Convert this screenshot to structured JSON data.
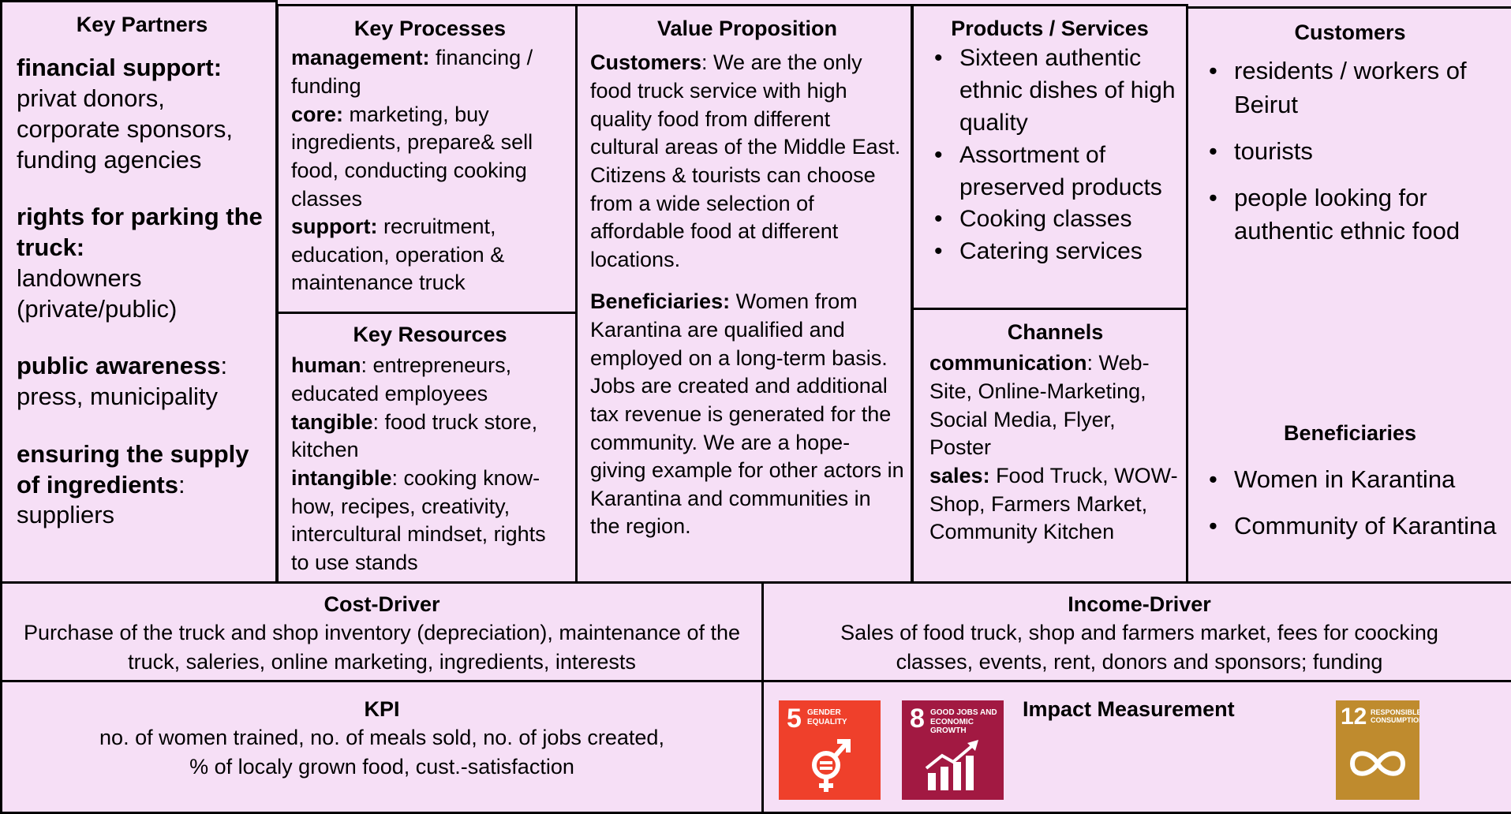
{
  "key_partners": {
    "title": "Key Partners",
    "items": [
      {
        "label": "financial support:",
        "text": "privat donors, corporate sponsors, funding agencies"
      },
      {
        "label": "rights for parking the truck:",
        "text": "landowners (private/public)"
      },
      {
        "label": "public awareness",
        "sep": ":",
        "text": "press, municipality"
      },
      {
        "label": "ensuring the supply of ingredients",
        "sep": ":",
        "text": "suppliers"
      }
    ]
  },
  "key_processes": {
    "title": "Key Processes",
    "items": [
      {
        "label": "management:",
        "text": " financing / funding"
      },
      {
        "label": "core:",
        "text": " marketing, buy ingredients, prepare& sell food, conducting cooking classes"
      },
      {
        "label": "support:",
        "text": " recruitment, education, operation & maintenance truck"
      }
    ]
  },
  "key_resources": {
    "title": "Key Resources",
    "items": [
      {
        "label": "human",
        "text": ": entrepreneurs, educated employees"
      },
      {
        "label": "tangible",
        "text": ": food truck store, kitchen"
      },
      {
        "label": "intangible",
        "text": ": cooking know-how, recipes, creativity, intercultural mindset, rights to use stands"
      }
    ]
  },
  "value_proposition": {
    "title": "Value Proposition",
    "items": [
      {
        "label": "Customers",
        "text": ": We are the only food truck service with high quality food from different cultural areas of the Middle East. Citizens & tourists can choose from a wide selection of affordable food at different locations."
      },
      {
        "label": "Beneficiaries:",
        "text": " Women from Karantina are qualified and employed on a long-term basis. Jobs are created and additional tax revenue is generated for the community. We are a hope-giving example for other actors in Karantina and communities in the region."
      }
    ]
  },
  "products_services": {
    "title": "Products / Services",
    "items": [
      "Sixteen authentic ethnic dishes of high quality",
      "Assortment of preserved products",
      "Cooking classes",
      "Catering services"
    ]
  },
  "channels": {
    "title": "Channels",
    "items": [
      {
        "label": "communication",
        "text": ": Web-Site, Online-Marketing, Social Media, Flyer, Poster"
      },
      {
        "label": "sales:",
        "text": " Food Truck, WOW-Shop, Farmers Market, Community Kitchen"
      }
    ]
  },
  "customers": {
    "title": "Customers",
    "items": [
      "residents / workers of Beirut",
      "tourists",
      "people looking for authentic ethnic food"
    ]
  },
  "beneficiaries": {
    "title": "Beneficiaries",
    "items": [
      "Women in Karantina",
      "Community of Karantina"
    ]
  },
  "cost_driver": {
    "title": "Cost-Driver",
    "text": "Purchase of the truck and shop inventory (depreciation), maintenance of the truck, saleries, online marketing, ingredients, interests"
  },
  "income_driver": {
    "title": "Income-Driver",
    "text": "Sales of food truck, shop and farmers market, fees for coocking classes, events, rent, donors and sponsors; funding"
  },
  "kpi": {
    "title": "KPI",
    "line1": "no. of women trained, no. of meals sold, no. of jobs created,",
    "line2": "% of localy grown food, cust.-satisfaction"
  },
  "impact": {
    "title": "Impact Measurement",
    "sdgs": [
      {
        "number": "5",
        "label": "GENDER EQUALITY",
        "color": "#ef402b",
        "icon": "gender-equality-icon"
      },
      {
        "number": "8",
        "label": "GOOD JOBS AND ECONOMIC GROWTH",
        "color": "#a21942",
        "icon": "growth-chart-icon"
      },
      {
        "number": "12",
        "label": "RESPONSIBLE CONSUMPTION",
        "color": "#bf8b2e",
        "icon": "infinity-icon"
      }
    ]
  }
}
